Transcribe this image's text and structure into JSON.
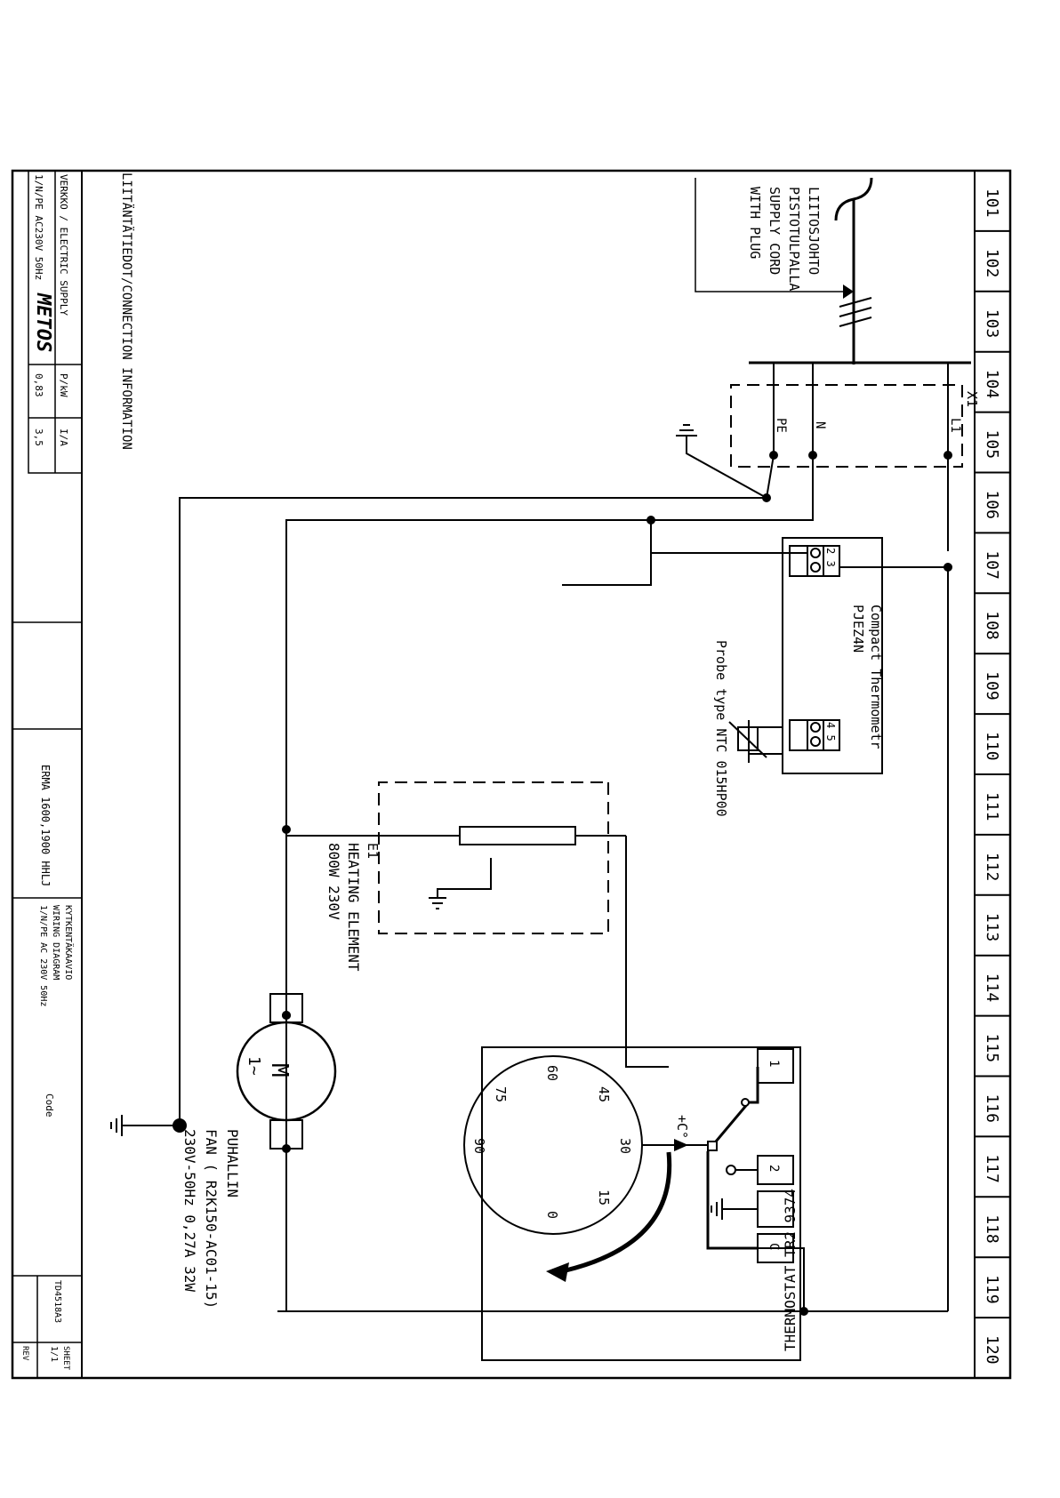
{
  "column_numbers": [
    "101",
    "102",
    "103",
    "104",
    "105",
    "106",
    "107",
    "108",
    "109",
    "110",
    "111",
    "112",
    "113",
    "114",
    "115",
    "116",
    "117",
    "118",
    "119",
    "120"
  ],
  "supply_cord": {
    "lines": [
      "LIITOSJOHTO",
      "PISTOTULPALLA",
      "SUPPLY CORD",
      "WITH PLUG"
    ]
  },
  "terminal_block": {
    "label": "X1",
    "terminals": [
      "L1",
      "N",
      "PE"
    ]
  },
  "compact_thermometer": {
    "title_line1": "Compact Thermometr",
    "title_line2": "PJEZ4N",
    "terminals_left": "2 3",
    "terminals_right": "4 5",
    "probe_label": "Probe type NTC 015HP00"
  },
  "heating_element": {
    "designator": "E1",
    "line1": "HEATING ELEMENT",
    "line2": "800W 230V"
  },
  "thermostat": {
    "title": "THERMOSTAT TR2 9374",
    "unit": "+C°",
    "terminals": [
      "1",
      "2",
      "C"
    ],
    "dial_values": [
      "0",
      "15",
      "30",
      "45",
      "60",
      "75",
      "90"
    ]
  },
  "fan": {
    "symbol": "M",
    "phase": "1~",
    "line1": "PUHALLIN",
    "line2": "FAN ( R2K150-AC01-15)",
    "line3": "230V-50Hz 0,27A 32W"
  },
  "connection_info": {
    "title": "LIITÄNTÄTIEDOT/CONNECTION INFORMATION",
    "header_supply": "VERKKO / ELECTRIC SUPPLY",
    "header_power": "P/kW",
    "header_current": "I/A",
    "supply_value": "1/N/PE AC230V 50Hz",
    "power_value": "0,83",
    "current_value": "3,5"
  },
  "title_block": {
    "logo": "METOS",
    "product": "ERMA 1600,1900 HHLJ",
    "diagram_title_lines": [
      "KYTKENTÄKAAVIO",
      "WIRING DIAGRAM",
      "1/N/PE AC 230V 50Hz"
    ],
    "code_label": "Code",
    "drawing_number": "TD4518A3",
    "sheet_label": "SHEET",
    "sheet_value": "1/1",
    "rev_label": "REV"
  }
}
